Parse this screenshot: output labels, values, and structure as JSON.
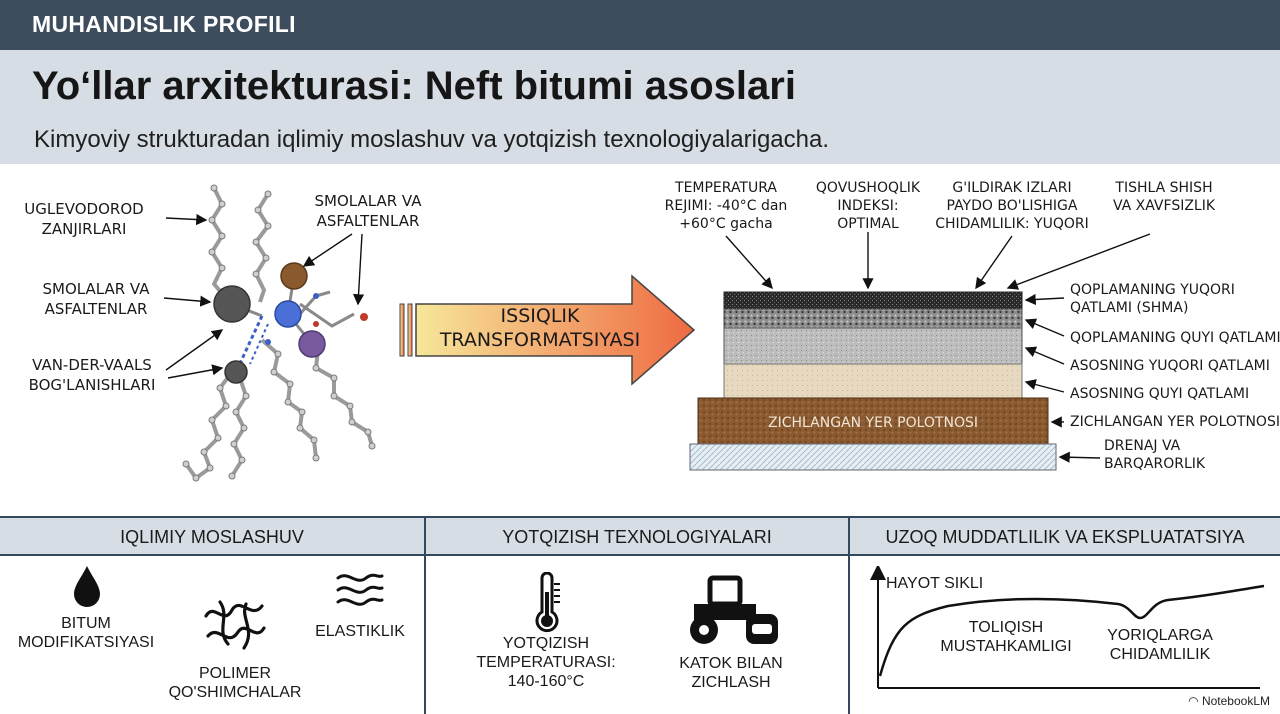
{
  "topbar": {
    "label": "MUHANDISLIK PROFILI"
  },
  "header": {
    "title": "Yo‘llar arxitekturasi: Neft bitumi asoslari",
    "subtitle": "Kimyoviy strukturadan iqlimiy moslashuv va yotqizish texnologiyalarigacha."
  },
  "molecule": {
    "chains_label_1": "UGLEVODOROD",
    "chains_label_2": "ZANJIRLARI",
    "resins_left_1": "SMOLALAR VA",
    "resins_left_2": "ASFALTENLAR",
    "resins_top_1": "SMOLALAR VA",
    "resins_top_2": "ASFALTENLAR",
    "vdw_1": "VAN-DER-VAALS",
    "vdw_2": "BOG'LANISHLARI"
  },
  "arrow": {
    "line1": "ISSIQLIK",
    "line2": "TRANSFORMATSIYASI"
  },
  "layers": {
    "top_labels": [
      {
        "lines": [
          "TEMPERATURA",
          "REJIMI: -40°C dan",
          "+60°C gacha"
        ]
      },
      {
        "lines": [
          "QOVUSHOQLIK",
          "INDEKSI:",
          "OPTIMAL"
        ]
      },
      {
        "lines": [
          "G'ILDIRAK IZLARI",
          "PAYDO BO'LISHIGA",
          "CHIDAMLILIK: YUQORI"
        ]
      },
      {
        "lines": [
          "TISHLA SHISH",
          "VA XAVFSIZLIK"
        ]
      }
    ],
    "right_labels": [
      {
        "lines": [
          "QOPLAMANING YUQORI",
          "QATLAMI (SHMA)"
        ]
      },
      {
        "lines": [
          "QOPLAMANING QUYI QATLAMI"
        ]
      },
      {
        "lines": [
          "ASOSNING YUQORI QATLAMI"
        ]
      },
      {
        "lines": [
          "ASOSNING QUYI QATLAMI"
        ]
      },
      {
        "lines": [
          "ZICHLANGAN YER POLOTNOSI"
        ]
      },
      {
        "lines": [
          "DRENAJ VA",
          "BARQARORLIK"
        ]
      }
    ],
    "subgrade_inner": "ZICHLANGAN YER POLOTNOSI"
  },
  "panels": {
    "climate": {
      "title": "IQLIMIY MOSLASHUV",
      "bitumen_1": "BITUM",
      "bitumen_2": "MODIFIKATSIYASI",
      "polymer_1": "POLIMER",
      "polymer_2": "QO'SHIMCHALAR",
      "elasticity": "ELASTIKLIK"
    },
    "laying": {
      "title": "YOTQIZISH TEXNOLOGIYALARI",
      "temp_1": "YOTQIZISH",
      "temp_2": "TEMPERATURASI:",
      "temp_3": "140-160°C",
      "roller_1": "KATOK BILAN",
      "roller_2": "ZICHLASH"
    },
    "durability": {
      "title": "UZOQ MUDDATLILIK VA EKSPLUATATSIYA",
      "axis_label": "HAYOT SIKLI",
      "strength_1": "TOLIQISH",
      "strength_2": "MUSTAHKAMLIGI",
      "crack_1": "YORIQLARGA",
      "crack_2": "CHIDAMLILIK"
    }
  },
  "watermark": "NotebookLM",
  "colors": {
    "topbar": "#3d4d5e",
    "header_band": "#d7dde4",
    "arrow_start": "#f7e79a",
    "arrow_end": "#ee6a42",
    "node_blue": "#4a6fd6",
    "node_brown": "#8a5a2e",
    "node_purple": "#7a5a9e",
    "node_gray": "#555555"
  }
}
